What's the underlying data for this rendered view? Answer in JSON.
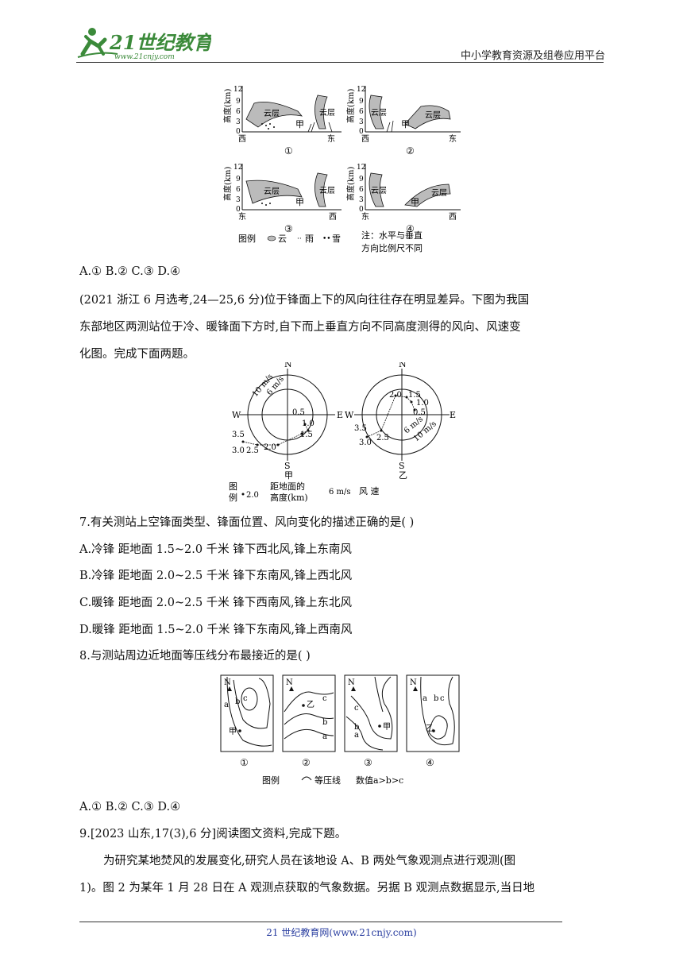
{
  "header": {
    "logo_text": "21世纪教育",
    "logo_sub": "www.21cnjy.com",
    "right_text": "中小学教育资源及组卷应用平台"
  },
  "fig1": {
    "ylabel": "高度(km)",
    "yticks": [
      "12",
      "9",
      "6",
      "3",
      "0"
    ],
    "panels": [
      {
        "num": "①",
        "left": "西",
        "right": "东",
        "jia": "甲"
      },
      {
        "num": "②",
        "left": "西",
        "right": "东",
        "jia": "甲"
      },
      {
        "num": "③",
        "left": "东",
        "right": "西",
        "jia": "甲"
      },
      {
        "num": "④",
        "left": "东",
        "right": "西",
        "jia": "甲"
      }
    ],
    "cloud_label": "云层",
    "legend_title": "图例",
    "legend_cloud": "云",
    "legend_rain": "雨",
    "legend_snow": "雪",
    "note_line1": "注：水平与垂直",
    "note_line2": "方向比例尺不同"
  },
  "q6_options": "A.①    B.②    C.③    D.④",
  "intro": {
    "line1": "(2021 浙江 6 月选考,24—25,6 分)位于锋面上下的风向往往存在明显差异。下图为我国",
    "line2": "东部地区两测站位于冷、暖锋面下方时,自下而上垂直方向不同高度测得的风向、风速变",
    "line3": "化图。完成下面两题。"
  },
  "fig2": {
    "N": "N",
    "S": "S",
    "E": "E",
    "W": "W",
    "ring_outer": "10 m/s",
    "ring_inner": "6 m/s",
    "station_a": "甲",
    "station_b": "乙",
    "a_labels": [
      "0.5",
      "1.0",
      "1.5",
      "2.0",
      "2.5",
      "3.0",
      "3.5"
    ],
    "b_labels": [
      "0.5",
      "1.0",
      "1.5",
      "2.0",
      "2.5",
      "3.0",
      "3.5"
    ],
    "legend_title": "图",
    "legend_title2": "例",
    "legend_point": "2.0",
    "legend_height1": "距地面的",
    "legend_height2": "高度(km)",
    "legend_speed": "6 m/s",
    "legend_wind": "风  速"
  },
  "q7": {
    "stem": "7.有关测站上空锋面类型、锋面位置、风向变化的描述正确的是(      )",
    "options": [
      "A.冷锋   距地面 1.5~2.0 千米   锋下西北风,锋上东南风",
      "B.冷锋   距地面 2.0~2.5 千米   锋下东南风,锋上西北风",
      "C.暖锋   距地面 2.0~2.5 千米   锋下西南风,锋上东北风",
      "D.暖锋   距地面 1.5~2.0 千米   锋下东南风,锋上西南风"
    ]
  },
  "q8": {
    "stem": "8.与测站周边近地面等压线分布最接近的是(      )",
    "nums": [
      "①",
      "②",
      "③",
      "④"
    ],
    "stations": [
      "甲",
      "乙",
      "甲",
      "乙"
    ],
    "legend": "图例",
    "legend_isobar": "等压线",
    "legend_value": "数值a>b>c",
    "options": "A.①    B.②    C.③    D.④"
  },
  "q9": {
    "stem": "9.[2023 山东,17(3),6 分]阅读图文资料,完成下题。",
    "p1": "为研究某地焚风的发展变化,研究人员在该地设 A、B 两处气象观测点进行观测(图",
    "p2": "1)。图 2 为某年 1 月 28 日在 A 观测点获取的气象数据。另据 B 观测点数据显示,当日地"
  },
  "footer": "21 世纪教育网(www.21cnjy.com)"
}
